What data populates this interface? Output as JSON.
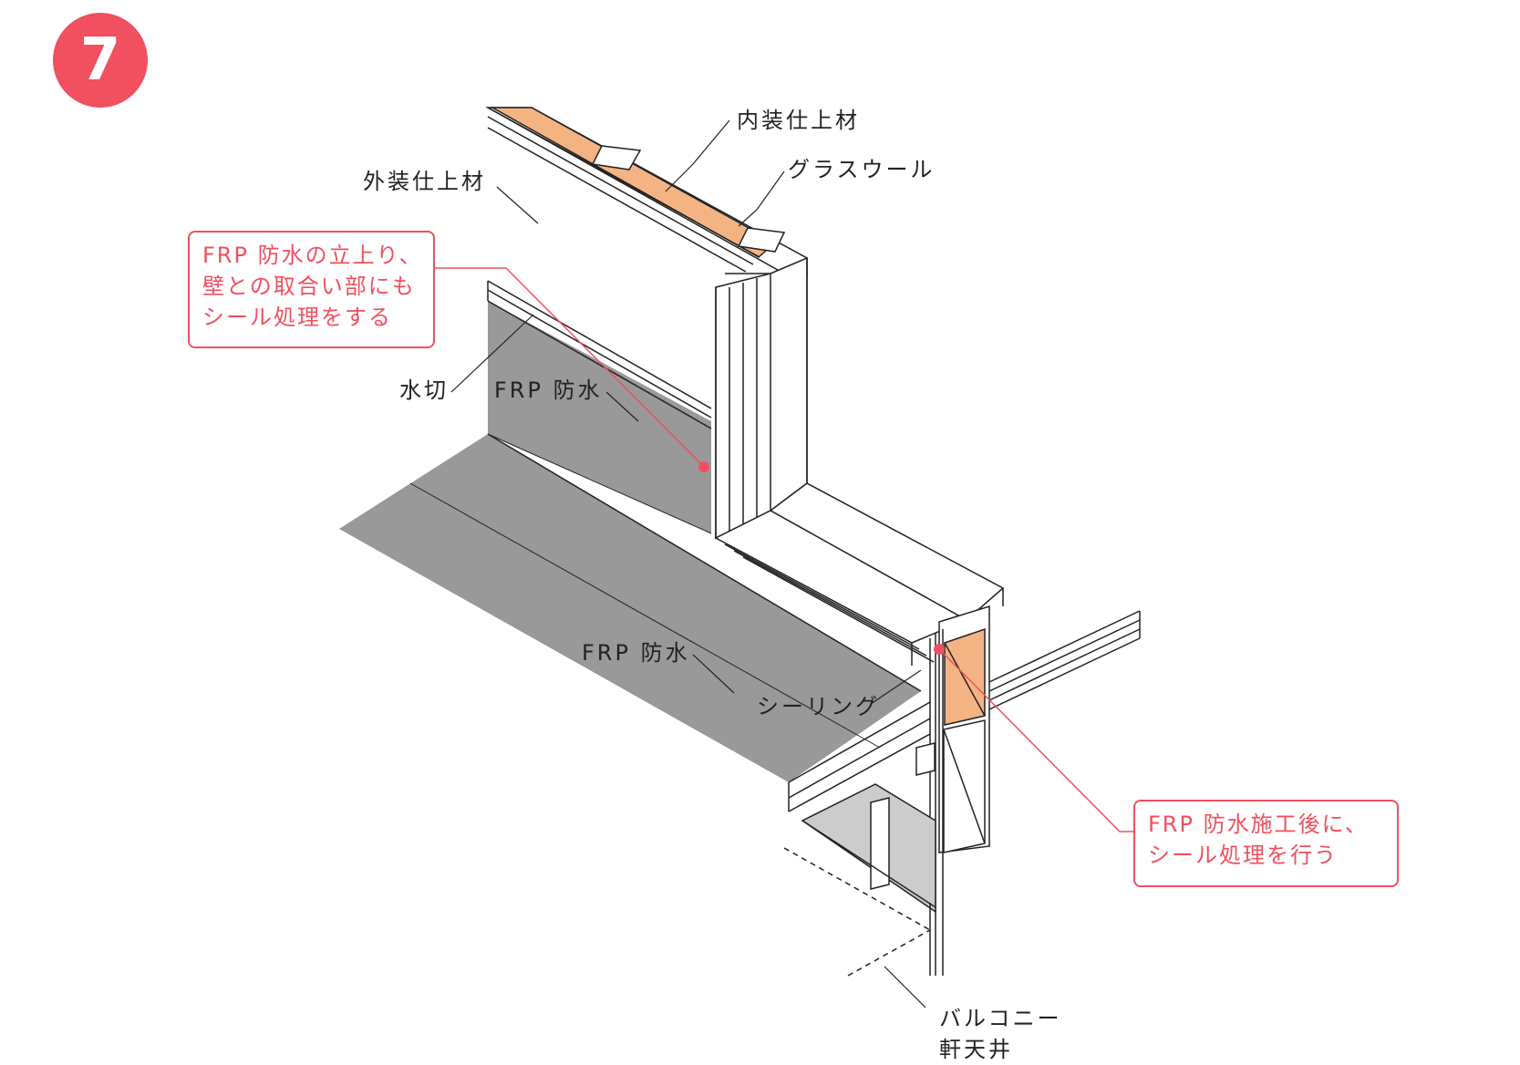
{
  "badge": {
    "number": "7"
  },
  "labels": {
    "interior_finish": "内装仕上材",
    "glass_wool": "グラスウール",
    "exterior_finish": "外装仕上材",
    "flashing": "水切",
    "frp_upper": "FRP 防水",
    "frp_lower": "FRP 防水",
    "sealing": "シーリング",
    "eave_ceiling_line1": "バルコニー",
    "eave_ceiling_line2": "軒天井"
  },
  "callouts": {
    "wall_seal": {
      "line1": "FRP 防水の立上り、",
      "line2": "壁との取合い部にも",
      "line3": "シール処理をする"
    },
    "after_frp": {
      "line1": "FRP 防水施工後に、",
      "line2": "シール処理を行う"
    }
  },
  "colors": {
    "accent": "#f0505f",
    "frp_gray": "#999999",
    "soffit_gray": "#cccccc",
    "insulation": "#f4b383",
    "line": "#222222"
  }
}
